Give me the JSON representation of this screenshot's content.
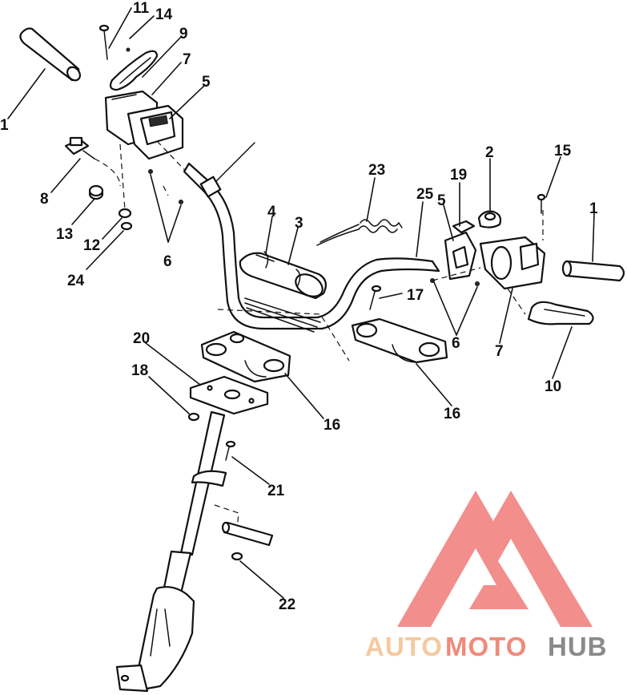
{
  "callouts": {
    "c1_left": "1",
    "c1_right": "1",
    "c2": "2",
    "c3": "3",
    "c4": "4",
    "c5_left": "5",
    "c5_right": "5",
    "c6_left": "6",
    "c6_right": "6",
    "c7_left": "7",
    "c7_right": "7",
    "c8": "8",
    "c9": "9",
    "c10": "10",
    "c11": "11",
    "c12": "12",
    "c13": "13",
    "c14": "14",
    "c15": "15",
    "c16_left": "16",
    "c16_right": "16",
    "c17": "17",
    "c18": "18",
    "c20": "20",
    "c21": "21",
    "c22": "22",
    "c23": "23",
    "c24": "24",
    "c25": "25",
    "c19": "19"
  },
  "watermark": {
    "text_part1": "AUTO",
    "text_part2": "MOTO",
    "text_part3": "HUB",
    "color_auto": "#f5c9a0",
    "color_moto": "#f08a7a",
    "color_hub": "#8a8a8a",
    "logo_color": "#f07a78"
  }
}
